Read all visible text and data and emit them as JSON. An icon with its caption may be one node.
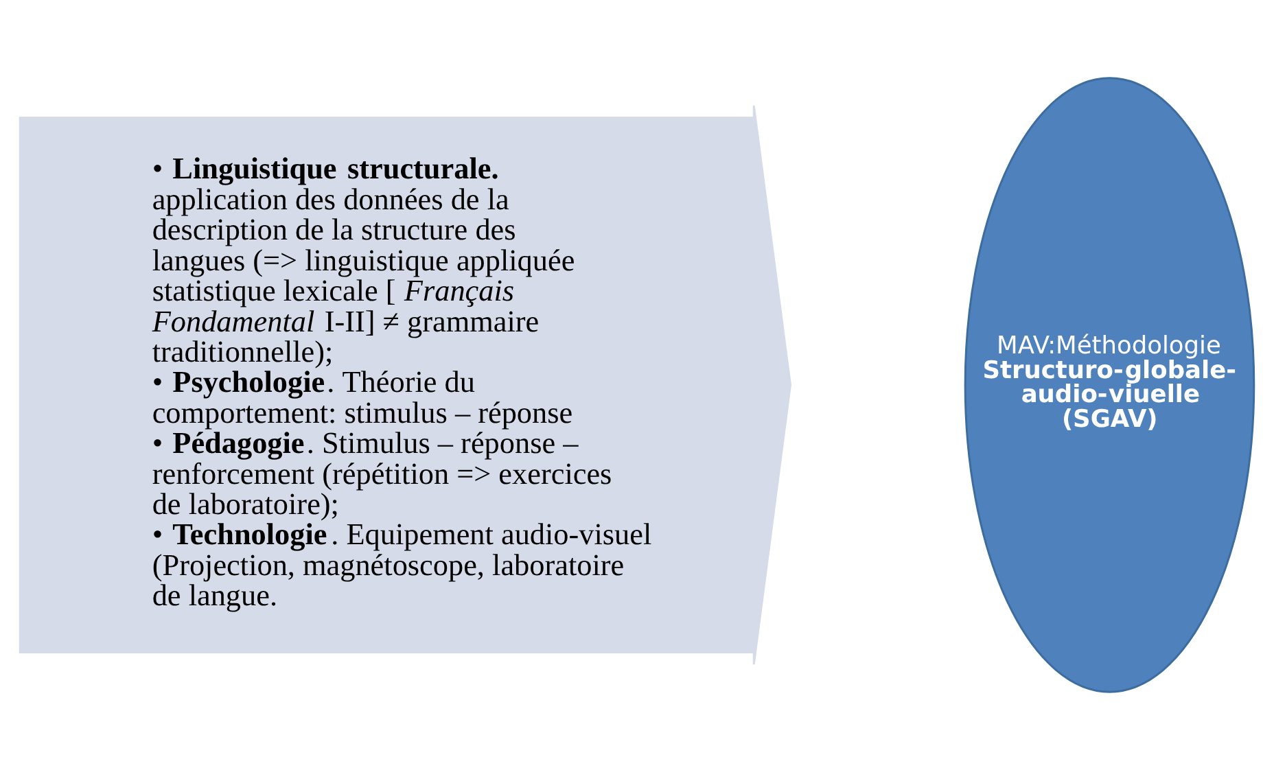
{
  "diagram": {
    "nodes": [
      {
        "text": [
          "• **Linguistique structurale.** application des données de la description de la structure des langues (=> linguistique appliquée statistique lexicale [*Français Fondamental* I-II] ≠ grammaire traditionnelle);",
          "• **Psychologie**. Théorie du comportement: stimulus – réponse",
          "• **Pédagogie**. Stimulus – réponse – renforcement (répétition => exercices de laboratoire);",
          "• **Technologie**. Equipement audio-visuel (Projection, magnétoscope, laboratoire de langue."
        ]
      },
      {
        "text": [
          "MAV:Méthodologie",
          "Structuro-globale-audio-viuelle (SGAV)"
        ]
      }
    ],
    "edges": []
  }
}
